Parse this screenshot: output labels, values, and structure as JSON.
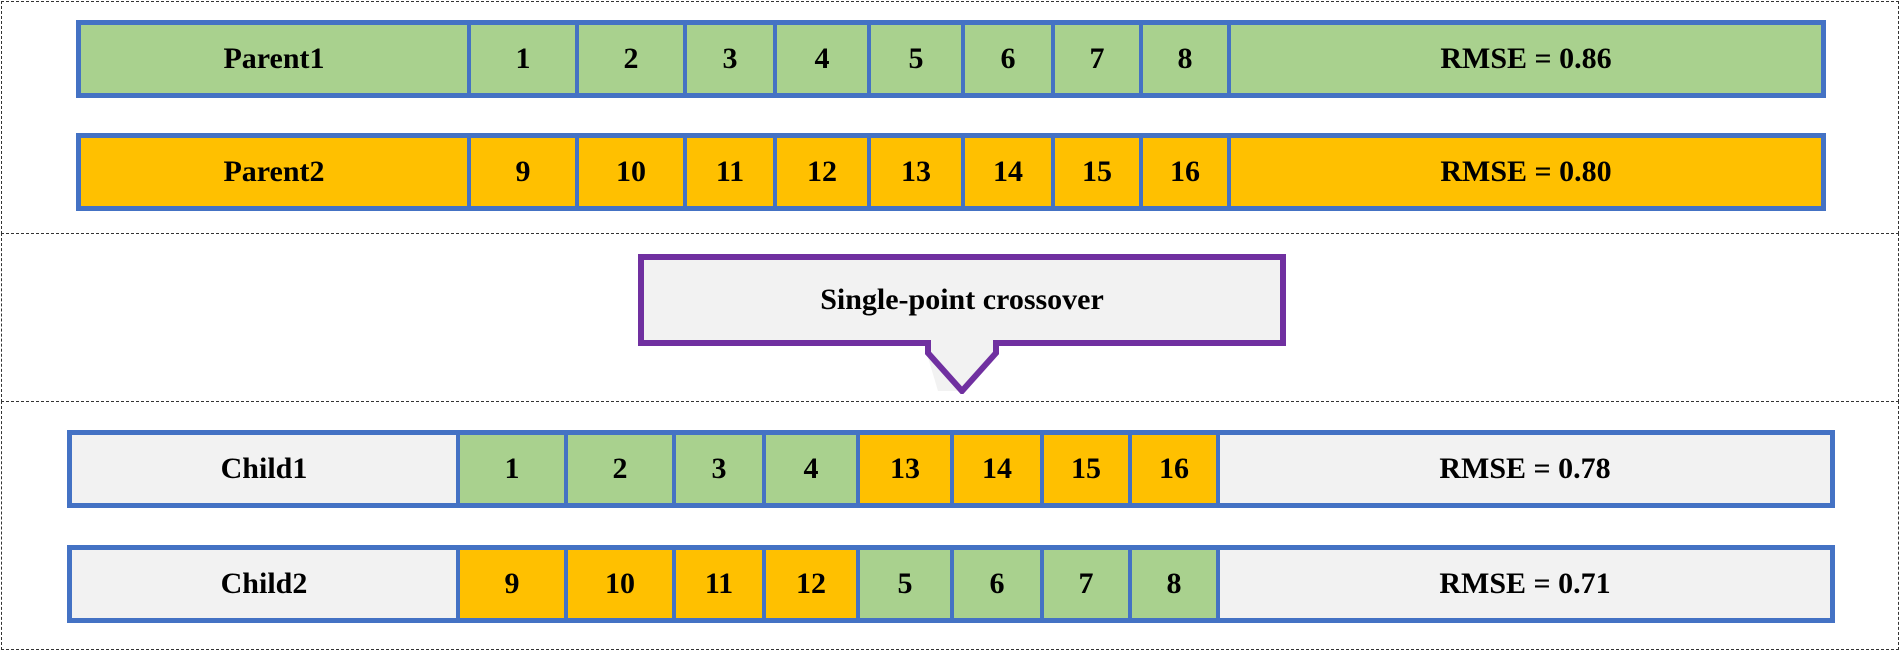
{
  "colors": {
    "border": "#4472c4",
    "green": "#a9d18e",
    "gold": "#ffc000",
    "grey": "#f2f2f2",
    "callout_border": "#7030a0"
  },
  "rows": [
    {
      "label": "Parent1",
      "label_fill": "green",
      "genes": [
        {
          "v": "1",
          "fill": "green"
        },
        {
          "v": "2",
          "fill": "green"
        },
        {
          "v": "3",
          "fill": "green"
        },
        {
          "v": "4",
          "fill": "green"
        },
        {
          "v": "5",
          "fill": "green"
        },
        {
          "v": "6",
          "fill": "green"
        },
        {
          "v": "7",
          "fill": "green"
        },
        {
          "v": "8",
          "fill": "green"
        }
      ],
      "rmse": "RMSE = 0.86",
      "rmse_fill": "green"
    },
    {
      "label": "Parent2",
      "label_fill": "gold",
      "genes": [
        {
          "v": "9",
          "fill": "gold"
        },
        {
          "v": "10",
          "fill": "gold"
        },
        {
          "v": "11",
          "fill": "gold"
        },
        {
          "v": "12",
          "fill": "gold"
        },
        {
          "v": "13",
          "fill": "gold"
        },
        {
          "v": "14",
          "fill": "gold"
        },
        {
          "v": "15",
          "fill": "gold"
        },
        {
          "v": "16",
          "fill": "gold"
        }
      ],
      "rmse": "RMSE = 0.80",
      "rmse_fill": "gold"
    },
    {
      "label": "Child1",
      "label_fill": "grey",
      "genes": [
        {
          "v": "1",
          "fill": "green"
        },
        {
          "v": "2",
          "fill": "green"
        },
        {
          "v": "3",
          "fill": "green"
        },
        {
          "v": "4",
          "fill": "green"
        },
        {
          "v": "13",
          "fill": "gold"
        },
        {
          "v": "14",
          "fill": "gold"
        },
        {
          "v": "15",
          "fill": "gold"
        },
        {
          "v": "16",
          "fill": "gold"
        }
      ],
      "rmse": "RMSE = 0.78",
      "rmse_fill": "grey"
    },
    {
      "label": "Child2",
      "label_fill": "grey",
      "genes": [
        {
          "v": "9",
          "fill": "gold"
        },
        {
          "v": "10",
          "fill": "gold"
        },
        {
          "v": "11",
          "fill": "gold"
        },
        {
          "v": "12",
          "fill": "gold"
        },
        {
          "v": "5",
          "fill": "green"
        },
        {
          "v": "6",
          "fill": "green"
        },
        {
          "v": "7",
          "fill": "green"
        },
        {
          "v": "8",
          "fill": "green"
        }
      ],
      "rmse": "RMSE = 0.71",
      "rmse_fill": "grey"
    }
  ],
  "callout": {
    "label": "Single-point crossover"
  }
}
